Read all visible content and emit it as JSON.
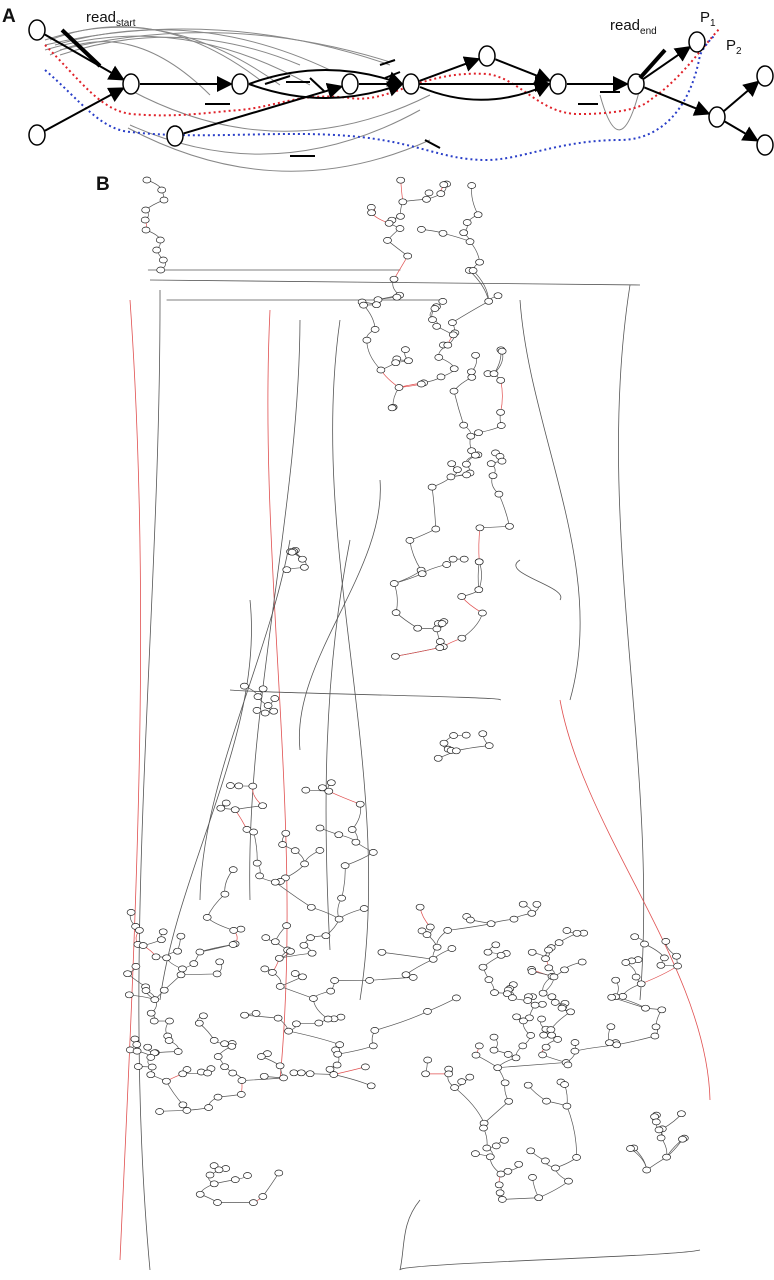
{
  "panel_a": {
    "label": "A",
    "read_start": {
      "base": "read",
      "sub": "start"
    },
    "read_end": {
      "base": "read",
      "sub": "end"
    },
    "paths": [
      {
        "base": "P",
        "sub": "1",
        "color": "#e0222a"
      },
      {
        "base": "P",
        "sub": "2",
        "color": "#2a3fc8"
      }
    ],
    "edges": [
      [
        0,
        1
      ],
      [
        12,
        1
      ],
      [
        1,
        2
      ],
      [
        2,
        4
      ],
      [
        2,
        4
      ],
      [
        4,
        5
      ],
      [
        5,
        6
      ],
      [
        6,
        7
      ],
      [
        13,
        3
      ],
      [
        3,
        6
      ],
      [
        4,
        6
      ],
      [
        7,
        8
      ],
      [
        7,
        9
      ],
      [
        9,
        10
      ],
      [
        9,
        11
      ]
    ]
  },
  "panel_b": {
    "label": "B",
    "edge_color": "#555555",
    "highlight_color": "#e05050"
  }
}
